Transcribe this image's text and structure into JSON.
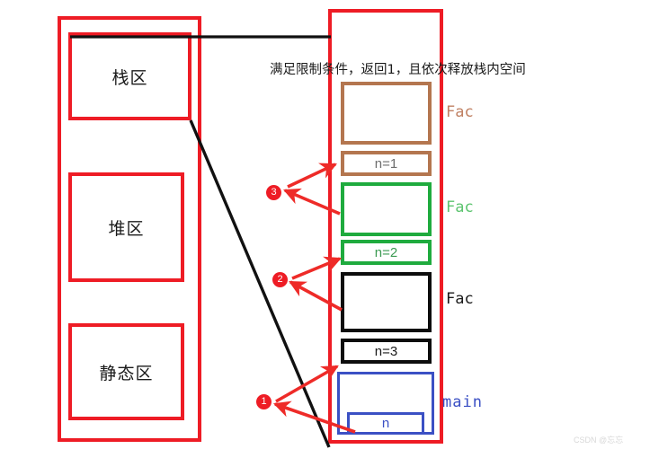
{
  "diagram": {
    "title_note": "满足限制条件，返回1，且依次释放栈内空间",
    "watermark": "CSDN @忘忘"
  },
  "memory_column": {
    "regions": [
      {
        "label": "栈区"
      },
      {
        "label": "堆区"
      },
      {
        "label": "静态区"
      }
    ]
  },
  "stack_column": {
    "frames": [
      {
        "name": "Fac",
        "variable": "n=1",
        "color": "#b4764f"
      },
      {
        "name": "Fac",
        "variable": "n=2",
        "color": "#1fab3e"
      },
      {
        "name": "Fac",
        "variable": "n=3",
        "color": "#0d0d0d"
      },
      {
        "name": "main",
        "variable": "n",
        "color": "#3b50c4"
      }
    ]
  },
  "steps": [
    {
      "number": "1"
    },
    {
      "number": "2"
    },
    {
      "number": "3"
    }
  ],
  "colors": {
    "outline_red": "#ee1c25",
    "frame_brown": "#b4764f",
    "frame_green": "#1fab3e",
    "frame_black": "#0d0d0d",
    "frame_blue": "#3b50c4",
    "arrow_red": "#ee2b28",
    "connector_black": "#111111"
  }
}
